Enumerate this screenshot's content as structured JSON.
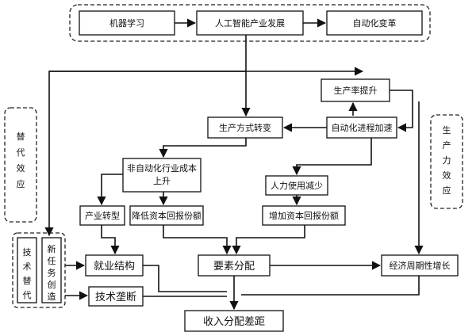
{
  "nodes": {
    "ml": "机器学习",
    "ai": "人工智能产业发展",
    "auto_change": "自动化变革",
    "prod_rate": "生产率提升",
    "prod_mode": "生产方式转变",
    "auto_accel": "自动化进程加速",
    "non_auto_cost": [
      "非自动化行业成本",
      "上升"
    ],
    "labor_less": "人力使用减少",
    "industry": "产业转型",
    "decrease_capital": "降低资本回报份额",
    "increase_capital": "增加资本回报份额",
    "employment": "就业结构",
    "factor": "要素分配",
    "growth": "经济周期性增长",
    "tech_barrier": "技术垄断",
    "income_gap": "收入分配差距",
    "replace_effect": [
      "替",
      "代",
      "效",
      "应"
    ],
    "productivity_effect": [
      "生",
      "产",
      "力",
      "效",
      "应"
    ],
    "tech_replace": [
      "技",
      "术",
      "替",
      "代"
    ],
    "new_job": [
      "新",
      "任",
      "务",
      "创",
      "造"
    ]
  }
}
